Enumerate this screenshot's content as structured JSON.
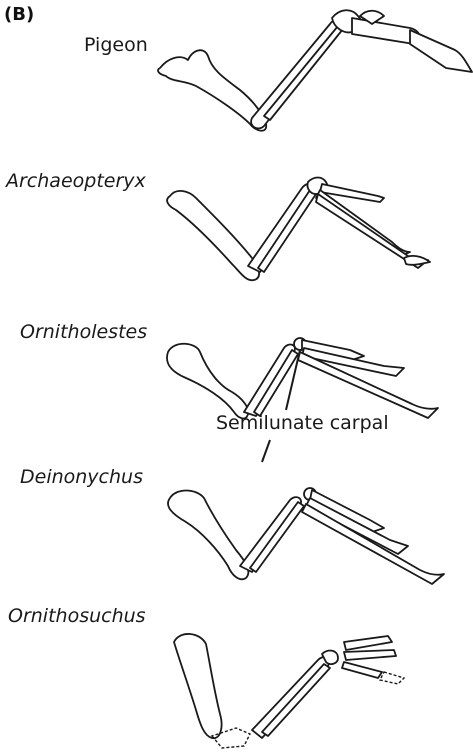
{
  "panel_label": "(B)",
  "taxa": [
    {
      "name": "Pigeon",
      "italic": false
    },
    {
      "name": "Archaeopteryx",
      "italic": true
    },
    {
      "name": "Ornitholestes",
      "italic": true
    },
    {
      "name": "Deinonychus",
      "italic": true
    },
    {
      "name": "Ornithosuchus",
      "italic": true
    }
  ],
  "annotation": {
    "label": "Semilunate carpal"
  }
}
